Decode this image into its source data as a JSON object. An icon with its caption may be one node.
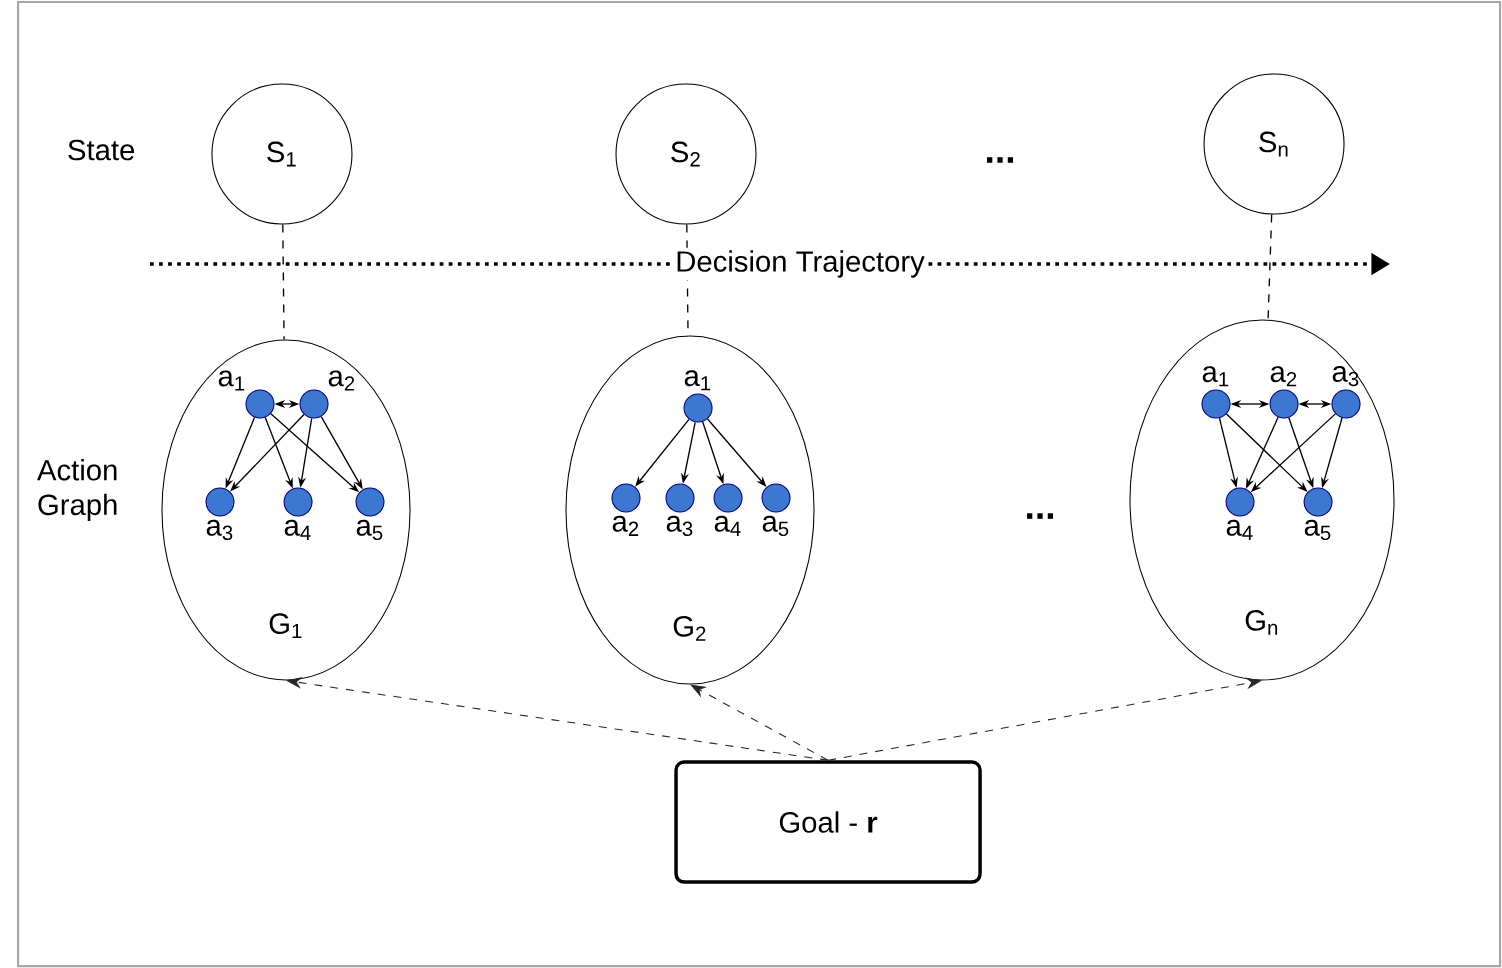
{
  "diagram": {
    "nodes": [
      {
        "text": [
          "S$_{1}$"
        ]
      },
      {
        "text": [
          "S$_{2}$"
        ]
      },
      {
        "text": [
          "S$_{n}$"
        ]
      },
      {
        "text": [
          "G$_{1}$"
        ]
      },
      {
        "text": [],
        "shape": "circle",
        "in": 3,
        "beside": [
          "a$_{1}$"
        ]
      },
      {
        "text": [],
        "shape": "circle",
        "in": 3,
        "beside": [
          "a$_{2}$"
        ]
      },
      {
        "text": [],
        "shape": "circle",
        "in": 3,
        "beside": [
          "a$_{3}$"
        ]
      },
      {
        "text": [],
        "shape": "circle",
        "in": 3,
        "beside": [
          "a$_{4}$"
        ]
      },
      {
        "text": [],
        "shape": "circle",
        "in": 3,
        "beside": [
          "a$_{5}$"
        ]
      },
      {
        "text": [
          "G$_{2}$"
        ]
      },
      {
        "text": [],
        "shape": "circle",
        "in": 9,
        "beside": [
          "a$_{1}$"
        ]
      },
      {
        "text": [],
        "shape": "circle",
        "in": 9,
        "beside": [
          "a$_{2}$"
        ]
      },
      {
        "text": [],
        "shape": "circle",
        "in": 9,
        "beside": [
          "a$_{3}$"
        ]
      },
      {
        "text": [],
        "shape": "circle",
        "in": 9,
        "beside": [
          "a$_{4}$"
        ]
      },
      {
        "text": [],
        "shape": "circle",
        "in": 9,
        "beside": [
          "a$_{5}$"
        ]
      },
      {
        "text": [
          "G$_{n}$"
        ]
      },
      {
        "text": [],
        "shape": "circle",
        "in": 15,
        "beside": [
          "a$_{1}$"
        ]
      },
      {
        "text": [],
        "shape": "circle",
        "in": 15,
        "beside": [
          "a$_{2}$"
        ]
      },
      {
        "text": [],
        "shape": "circle",
        "in": 15,
        "beside": [
          "a$_{3}$"
        ]
      },
      {
        "text": [],
        "shape": "circle",
        "in": 15,
        "beside": [
          "a$_{4}$"
        ]
      },
      {
        "text": [],
        "shape": "circle",
        "in": 15,
        "beside": [
          "a$_{5}$"
        ]
      },
      {
        "text": [
          "Goal - **r**"
        ]
      }
    ],
    "edges": [
      {
        "from": 0,
        "to": 3,
        "arrow": "none",
        "style": "dashed"
      },
      {
        "from": 1,
        "to": 9,
        "arrow": "none",
        "style": "dashed"
      },
      {
        "from": 2,
        "to": 15,
        "arrow": "none",
        "style": "dashed"
      },
      {
        "from": 4,
        "to": 5,
        "arrow": "both"
      },
      {
        "from": 4,
        "to": 6,
        "arrow": "to"
      },
      {
        "from": 4,
        "to": 7,
        "arrow": "to"
      },
      {
        "from": 4,
        "to": 8,
        "arrow": "to"
      },
      {
        "from": 5,
        "to": 6,
        "arrow": "to"
      },
      {
        "from": 5,
        "to": 7,
        "arrow": "to"
      },
      {
        "from": 5,
        "to": 8,
        "arrow": "to"
      },
      {
        "from": 10,
        "to": 11,
        "arrow": "to"
      },
      {
        "from": 10,
        "to": 12,
        "arrow": "to"
      },
      {
        "from": 10,
        "to": 13,
        "arrow": "to"
      },
      {
        "from": 10,
        "to": 14,
        "arrow": "to"
      },
      {
        "from": 16,
        "to": 17,
        "arrow": "both"
      },
      {
        "from": 17,
        "to": 18,
        "arrow": "both"
      },
      {
        "from": 16,
        "to": 19,
        "arrow": "to"
      },
      {
        "from": 16,
        "to": 20,
        "arrow": "to"
      },
      {
        "from": 17,
        "to": 19,
        "arrow": "to"
      },
      {
        "from": 17,
        "to": 20,
        "arrow": "to"
      },
      {
        "from": 18,
        "to": 19,
        "arrow": "to"
      },
      {
        "from": 18,
        "to": 20,
        "arrow": "to"
      },
      {
        "from": 21,
        "to": 3,
        "arrow": "to",
        "style": "dashed"
      },
      {
        "from": 21,
        "to": 9,
        "arrow": "to",
        "style": "dashed"
      },
      {
        "from": 21,
        "to": 15,
        "arrow": "to",
        "style": "dashed"
      }
    ],
    "labels": [
      "State",
      "...",
      "Decision Trajectory",
      "Action Graph",
      "..."
    ]
  }
}
